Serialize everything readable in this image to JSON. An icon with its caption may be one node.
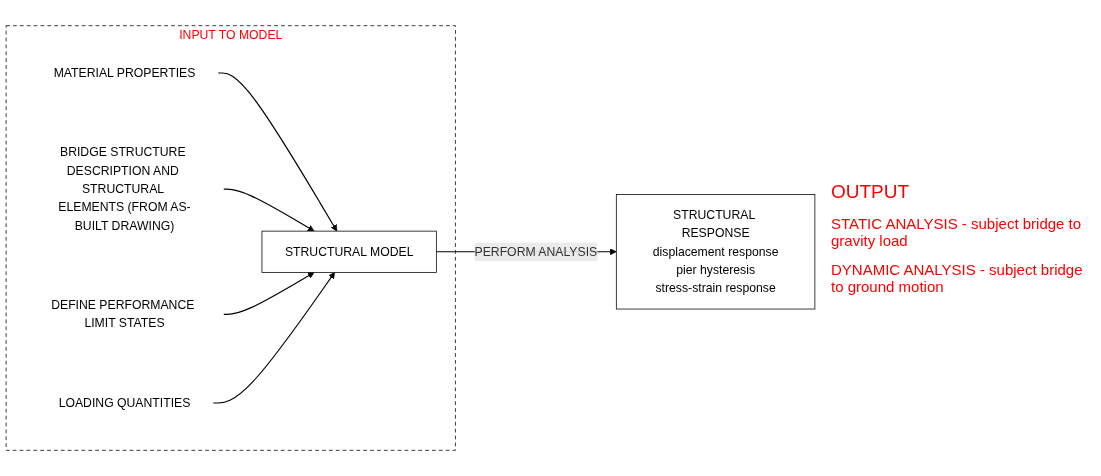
{
  "diagram": {
    "nodes": [
      {
        "text": [
          "INPUT TO MODEL"
        ]
      },
      {
        "text": [
          "MATERIAL PROPERTIES"
        ],
        "in": 0
      },
      {
        "text": [
          "BRIDGE STRUCTURE DESCRIPTION AND STRUCTURAL ELEMENTS (FROM AS-BUILT DRAWING)"
        ],
        "in": 0
      },
      {
        "text": [
          "DEFINE PERFORMANCE LIMIT STATES"
        ],
        "in": 0
      },
      {
        "text": [
          "LOADING QUANTITIES"
        ],
        "in": 0
      },
      {
        "text": [
          "STRUCTURAL MODEL"
        ],
        "in": 0
      },
      {
        "text": [
          "STRUCTURAL RESPONSE",
          "displacement response",
          "pier hysteresis",
          "stress-strain response"
        ]
      }
    ],
    "edges": [
      {
        "from": 1,
        "to": 5,
        "arrow": "to"
      },
      {
        "from": 2,
        "to": 5,
        "arrow": "to"
      },
      {
        "from": 3,
        "to": 5,
        "arrow": "to"
      },
      {
        "from": 4,
        "to": 5,
        "arrow": "to"
      },
      {
        "from": 5,
        "to": 6,
        "arrow": "to",
        "label": "PERFORM ANALYSIS"
      }
    ],
    "labels": [
      "OUTPUT",
      "STATIC ANALYSIS - subject bridge to gravity load",
      "DYNAMIC ANALYSIS - subject bridge to ground motion"
    ]
  }
}
